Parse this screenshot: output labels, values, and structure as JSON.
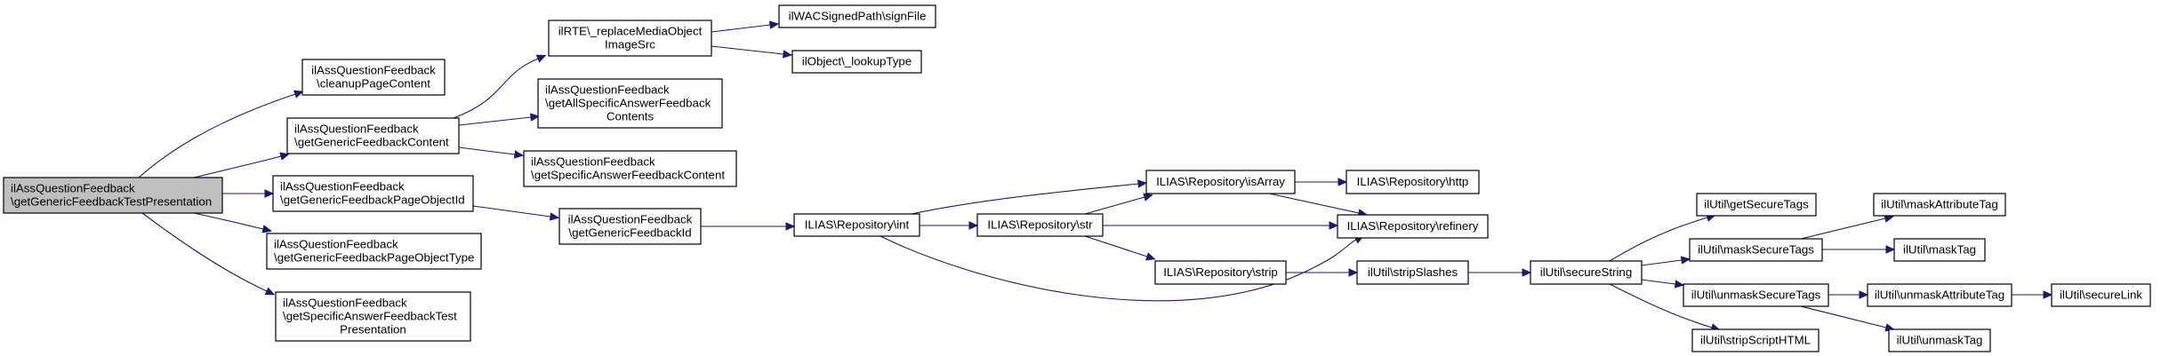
{
  "diagram": {
    "type": "call-graph",
    "colors": {
      "edge": "#191970",
      "root_fill": "#bfbfbf",
      "node_fill": "#ffffff",
      "border": "#000000"
    },
    "nodes": [
      {
        "id": "root",
        "lines": [
          "ilAssQuestionFeedback",
          "\\getGenericFeedbackTestPresentation"
        ],
        "align": "left",
        "root": true
      },
      {
        "id": "cleanupPageContent",
        "lines": [
          "ilAssQuestionFeedback",
          "\\cleanupPageContent"
        ],
        "align": "center"
      },
      {
        "id": "getGenericFeedbackContent",
        "lines": [
          "ilAssQuestionFeedback",
          "\\getGenericFeedbackContent"
        ],
        "align": "left"
      },
      {
        "id": "getGenericFeedbackPageObjectId",
        "lines": [
          "ilAssQuestionFeedback",
          "\\getGenericFeedbackPageObjectId"
        ],
        "align": "left"
      },
      {
        "id": "getGenericFeedbackPageObjectType",
        "lines": [
          "ilAssQuestionFeedback",
          "\\getGenericFeedbackPageObjectType"
        ],
        "align": "left"
      },
      {
        "id": "getSpecificAnswerFeedbackTestPresentation",
        "lines": [
          "ilAssQuestionFeedback",
          "\\getSpecificAnswerFeedbackTest",
          "Presentation"
        ],
        "align": "mixed"
      },
      {
        "id": "replaceMediaObjectImageSrc",
        "lines": [
          "ilRTE\\_replaceMediaObject",
          "ImageSrc"
        ],
        "align": "center"
      },
      {
        "id": "getAllSpecificAnswerFeedbackContents",
        "lines": [
          "ilAssQuestionFeedback",
          "\\getAllSpecificAnswerFeedback",
          "Contents"
        ],
        "align": "mixed"
      },
      {
        "id": "getSpecificAnswerFeedbackContent",
        "lines": [
          "ilAssQuestionFeedback",
          "\\getSpecificAnswerFeedbackContent"
        ],
        "align": "left"
      },
      {
        "id": "getGenericFeedbackId",
        "lines": [
          "ilAssQuestionFeedback",
          "\\getGenericFeedbackId"
        ],
        "align": "center"
      },
      {
        "id": "signFile",
        "lines": [
          "ilWACSignedPath\\signFile"
        ],
        "align": "center"
      },
      {
        "id": "lookupType",
        "lines": [
          "ilObject\\_lookupType"
        ],
        "align": "center"
      },
      {
        "id": "repoInt",
        "lines": [
          "ILIAS\\Repository\\int"
        ],
        "align": "center"
      },
      {
        "id": "repoStr",
        "lines": [
          "ILIAS\\Repository\\str"
        ],
        "align": "center"
      },
      {
        "id": "repoIsArray",
        "lines": [
          "ILIAS\\Repository\\isArray"
        ],
        "align": "center"
      },
      {
        "id": "repoStrip",
        "lines": [
          "ILIAS\\Repository\\strip"
        ],
        "align": "center"
      },
      {
        "id": "repoHttp",
        "lines": [
          "ILIAS\\Repository\\http"
        ],
        "align": "center"
      },
      {
        "id": "repoRefinery",
        "lines": [
          "ILIAS\\Repository\\refinery"
        ],
        "align": "center"
      },
      {
        "id": "stripSlashes",
        "lines": [
          "ilUtil\\stripSlashes"
        ],
        "align": "center"
      },
      {
        "id": "secureString",
        "lines": [
          "ilUtil\\secureString"
        ],
        "align": "center"
      },
      {
        "id": "getSecureTags",
        "lines": [
          "ilUtil\\getSecureTags"
        ],
        "align": "center"
      },
      {
        "id": "maskSecureTags",
        "lines": [
          "ilUtil\\maskSecureTags"
        ],
        "align": "center"
      },
      {
        "id": "unmaskSecureTags",
        "lines": [
          "ilUtil\\unmaskSecureTags"
        ],
        "align": "center"
      },
      {
        "id": "stripScriptHTML",
        "lines": [
          "ilUtil\\stripScriptHTML"
        ],
        "align": "center"
      },
      {
        "id": "maskAttributeTag",
        "lines": [
          "ilUtil\\maskAttributeTag"
        ],
        "align": "center"
      },
      {
        "id": "maskTag",
        "lines": [
          "ilUtil\\maskTag"
        ],
        "align": "center"
      },
      {
        "id": "unmaskAttributeTag",
        "lines": [
          "ilUtil\\unmaskAttributeTag"
        ],
        "align": "center"
      },
      {
        "id": "unmaskTag",
        "lines": [
          "ilUtil\\unmaskTag"
        ],
        "align": "center"
      },
      {
        "id": "secureLink",
        "lines": [
          "ilUtil\\secureLink"
        ],
        "align": "center"
      }
    ],
    "edges": [
      {
        "from": "root",
        "to": "cleanupPageContent"
      },
      {
        "from": "root",
        "to": "getGenericFeedbackContent"
      },
      {
        "from": "root",
        "to": "getGenericFeedbackPageObjectId"
      },
      {
        "from": "root",
        "to": "getGenericFeedbackPageObjectType"
      },
      {
        "from": "root",
        "to": "getSpecificAnswerFeedbackTestPresentation"
      },
      {
        "from": "getGenericFeedbackContent",
        "to": "replaceMediaObjectImageSrc"
      },
      {
        "from": "getGenericFeedbackContent",
        "to": "getAllSpecificAnswerFeedbackContents"
      },
      {
        "from": "getGenericFeedbackContent",
        "to": "getSpecificAnswerFeedbackContent"
      },
      {
        "from": "replaceMediaObjectImageSrc",
        "to": "signFile"
      },
      {
        "from": "replaceMediaObjectImageSrc",
        "to": "lookupType"
      },
      {
        "from": "getGenericFeedbackPageObjectId",
        "to": "getGenericFeedbackId"
      },
      {
        "from": "getGenericFeedbackId",
        "to": "repoInt"
      },
      {
        "from": "repoInt",
        "to": "repoIsArray"
      },
      {
        "from": "repoInt",
        "to": "repoStr"
      },
      {
        "from": "repoInt",
        "to": "repoRefinery"
      },
      {
        "from": "repoStr",
        "to": "repoIsArray"
      },
      {
        "from": "repoStr",
        "to": "repoRefinery"
      },
      {
        "from": "repoStr",
        "to": "repoStrip"
      },
      {
        "from": "repoIsArray",
        "to": "repoHttp"
      },
      {
        "from": "repoIsArray",
        "to": "repoRefinery"
      },
      {
        "from": "repoStrip",
        "to": "stripSlashes"
      },
      {
        "from": "stripSlashes",
        "to": "secureString"
      },
      {
        "from": "secureString",
        "to": "getSecureTags"
      },
      {
        "from": "secureString",
        "to": "maskSecureTags"
      },
      {
        "from": "secureString",
        "to": "unmaskSecureTags"
      },
      {
        "from": "secureString",
        "to": "stripScriptHTML"
      },
      {
        "from": "maskSecureTags",
        "to": "maskAttributeTag"
      },
      {
        "from": "maskSecureTags",
        "to": "maskTag"
      },
      {
        "from": "unmaskSecureTags",
        "to": "unmaskAttributeTag"
      },
      {
        "from": "unmaskSecureTags",
        "to": "unmaskTag"
      },
      {
        "from": "unmaskAttributeTag",
        "to": "secureLink"
      }
    ]
  }
}
